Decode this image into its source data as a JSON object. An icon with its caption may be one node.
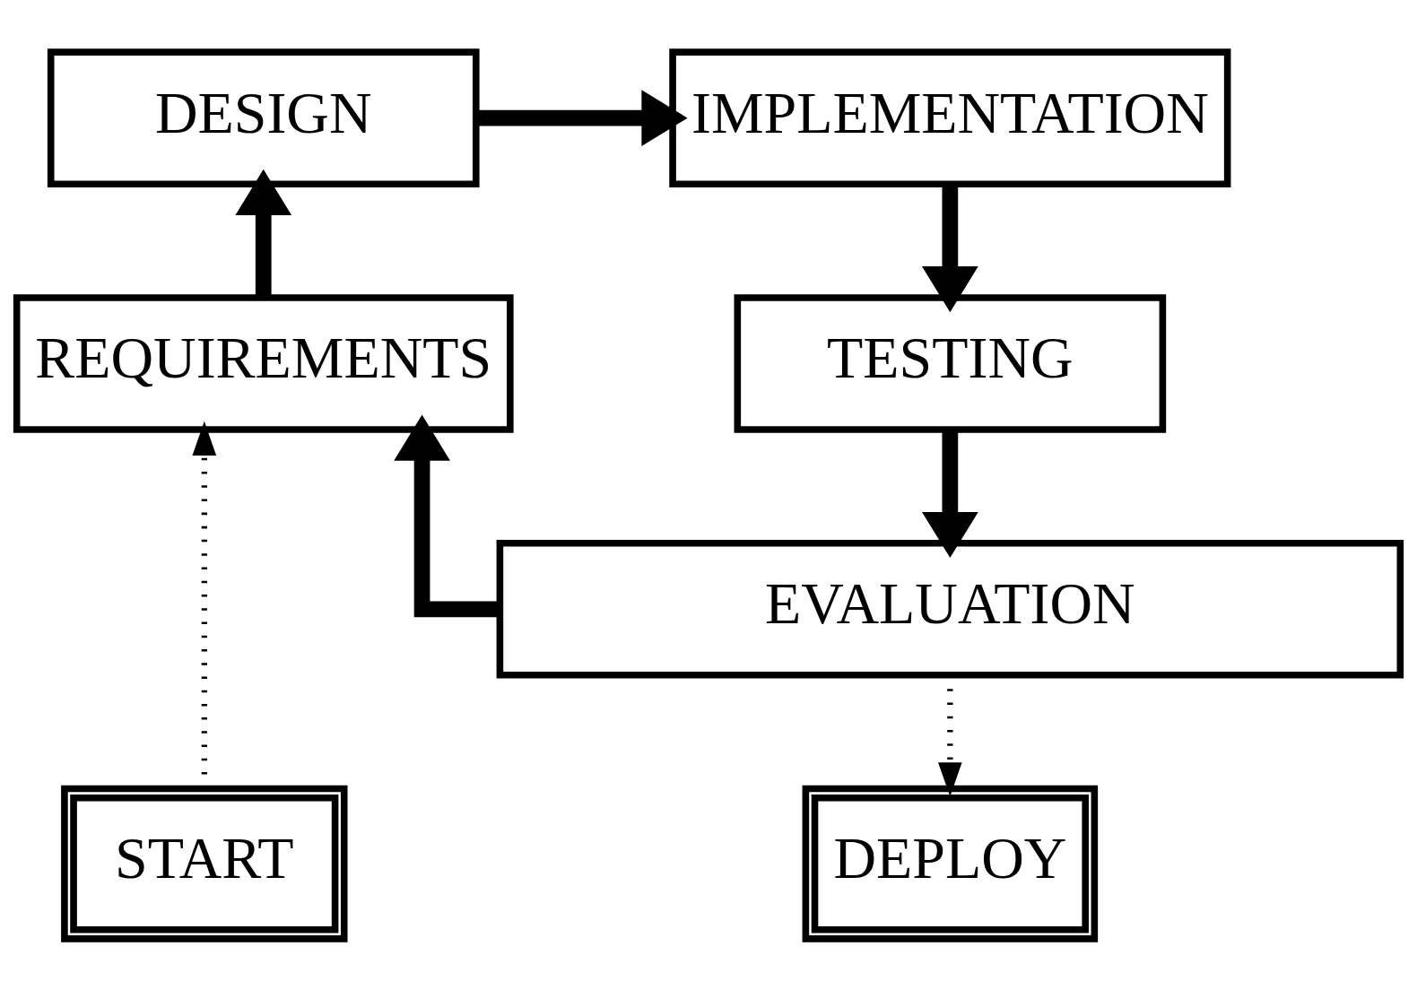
{
  "diagram": {
    "nodes": [
      {
        "text": [
          "DESIGN"
        ]
      },
      {
        "text": [
          "IMPLEMENTATION"
        ]
      },
      {
        "text": [
          "REQUIREMENTS"
        ]
      },
      {
        "text": [
          "TESTING"
        ]
      },
      {
        "text": [
          "EVALUATION"
        ]
      },
      {
        "text": [
          "START"
        ]
      },
      {
        "text": [
          "DEPLOY"
        ]
      }
    ],
    "edges": [
      {
        "from": 2,
        "to": 0,
        "arrow": "to"
      },
      {
        "from": 0,
        "to": 1,
        "arrow": "to"
      },
      {
        "from": 1,
        "to": 3,
        "arrow": "to"
      },
      {
        "from": 3,
        "to": 4,
        "arrow": "to"
      },
      {
        "from": 4,
        "to": 2,
        "arrow": "to"
      },
      {
        "from": 5,
        "to": 2,
        "arrow": "to",
        "style": "dashed"
      },
      {
        "from": 4,
        "to": 6,
        "arrow": "to",
        "style": "dashed"
      }
    ]
  }
}
